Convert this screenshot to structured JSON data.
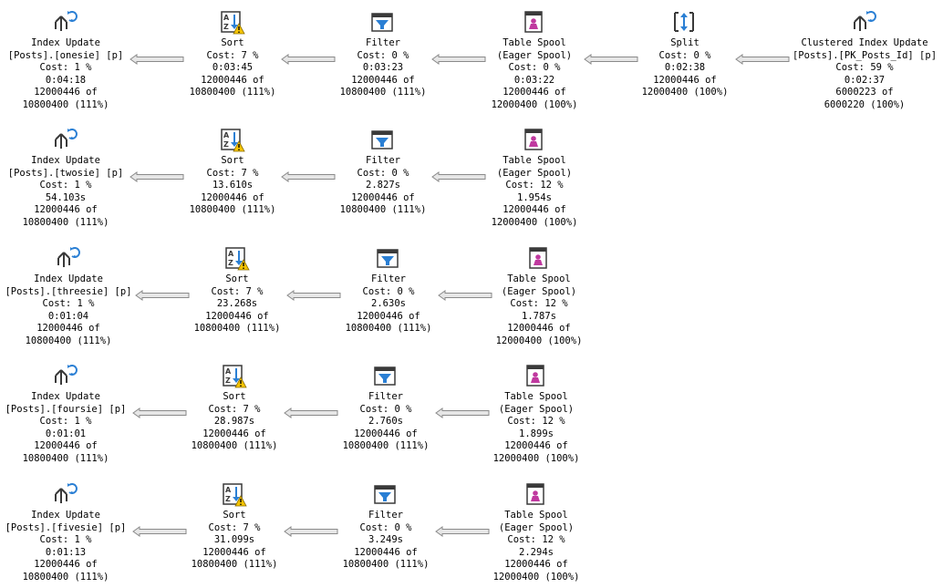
{
  "plan": {
    "rows": [
      {
        "nodes": [
          {
            "icon": "index-update-icon",
            "lines": [
              "Index Update",
              "[Posts].[onesie] [p]",
              "Cost: 1 %",
              "0:04:18",
              "12000446 of",
              "10800400 (111%)"
            ]
          },
          {
            "icon": "sort-warning-icon",
            "lines": [
              "Sort",
              "Cost: 7 %",
              "0:03:45",
              "12000446 of",
              "10800400 (111%)"
            ]
          },
          {
            "icon": "filter-icon",
            "lines": [
              "Filter",
              "Cost: 0 %",
              "0:03:23",
              "12000446 of",
              "10800400 (111%)"
            ]
          },
          {
            "icon": "table-spool-icon",
            "lines": [
              "Table Spool",
              "(Eager Spool)",
              "Cost: 0 %",
              "0:03:22",
              "12000446 of",
              "12000400 (100%)"
            ]
          },
          {
            "icon": "split-icon",
            "lines": [
              "Split",
              "Cost: 0 %",
              "0:02:38",
              "12000446 of",
              "12000400 (100%)"
            ]
          },
          {
            "icon": "clustered-index-update-icon",
            "lines": [
              "Clustered Index Update",
              "[Posts].[PK_Posts_Id] [p]",
              "Cost: 59 %",
              "0:02:37",
              "6000223 of",
              "6000220 (100%)"
            ]
          }
        ]
      },
      {
        "nodes": [
          {
            "icon": "index-update-icon",
            "lines": [
              "Index Update",
              "[Posts].[twosie] [p]",
              "Cost: 1 %",
              "54.103s",
              "12000446 of",
              "10800400 (111%)"
            ]
          },
          {
            "icon": "sort-warning-icon",
            "lines": [
              "Sort",
              "Cost: 7 %",
              "13.610s",
              "12000446 of",
              "10800400 (111%)"
            ]
          },
          {
            "icon": "filter-icon",
            "lines": [
              "Filter",
              "Cost: 0 %",
              "2.827s",
              "12000446 of",
              "10800400 (111%)"
            ]
          },
          {
            "icon": "table-spool-icon",
            "lines": [
              "Table Spool",
              "(Eager Spool)",
              "Cost: 12 %",
              "1.954s",
              "12000446 of",
              "12000400 (100%)"
            ]
          }
        ]
      },
      {
        "nodes": [
          {
            "icon": "index-update-icon",
            "lines": [
              "Index Update",
              "[Posts].[threesie] [p]",
              "Cost: 1 %",
              "0:01:04",
              "12000446 of",
              "10800400 (111%)"
            ]
          },
          {
            "icon": "sort-warning-icon",
            "lines": [
              "Sort",
              "Cost: 7 %",
              "23.268s",
              "12000446 of",
              "10800400 (111%)"
            ]
          },
          {
            "icon": "filter-icon",
            "lines": [
              "Filter",
              "Cost: 0 %",
              "2.630s",
              "12000446 of",
              "10800400 (111%)"
            ]
          },
          {
            "icon": "table-spool-icon",
            "lines": [
              "Table Spool",
              "(Eager Spool)",
              "Cost: 12 %",
              "1.787s",
              "12000446 of",
              "12000400 (100%)"
            ]
          }
        ]
      },
      {
        "nodes": [
          {
            "icon": "index-update-icon",
            "lines": [
              "Index Update",
              "[Posts].[foursie] [p]",
              "Cost: 1 %",
              "0:01:01",
              "12000446 of",
              "10800400 (111%)"
            ]
          },
          {
            "icon": "sort-warning-icon",
            "lines": [
              "Sort",
              "Cost: 7 %",
              "28.987s",
              "12000446 of",
              "10800400 (111%)"
            ]
          },
          {
            "icon": "filter-icon",
            "lines": [
              "Filter",
              "Cost: 0 %",
              "2.760s",
              "12000446 of",
              "10800400 (111%)"
            ]
          },
          {
            "icon": "table-spool-icon",
            "lines": [
              "Table Spool",
              "(Eager Spool)",
              "Cost: 12 %",
              "1.899s",
              "12000446 of",
              "12000400 (100%)"
            ]
          }
        ]
      },
      {
        "nodes": [
          {
            "icon": "index-update-icon",
            "lines": [
              "Index Update",
              "[Posts].[fivesie] [p]",
              "Cost: 1 %",
              "0:01:13",
              "12000446 of",
              "10800400 (111%)"
            ]
          },
          {
            "icon": "sort-warning-icon",
            "lines": [
              "Sort",
              "Cost: 7 %",
              "31.099s",
              "12000446 of",
              "10800400 (111%)"
            ]
          },
          {
            "icon": "filter-icon",
            "lines": [
              "Filter",
              "Cost: 0 %",
              "3.249s",
              "12000446 of",
              "10800400 (111%)"
            ]
          },
          {
            "icon": "table-spool-icon",
            "lines": [
              "Table Spool",
              "(Eager Spool)",
              "Cost: 12 %",
              "2.294s",
              "12000446 of",
              "12000400 (100%)"
            ]
          }
        ]
      }
    ],
    "colors": {
      "icon_dark": "#3a3a3a",
      "icon_blue": "#2a7fd4",
      "spool_magenta": "#c0399f",
      "warning_yellow": "#f5c400",
      "arrow_fill": "#e6e6e6",
      "arrow_stroke": "#8a8a8a"
    }
  }
}
